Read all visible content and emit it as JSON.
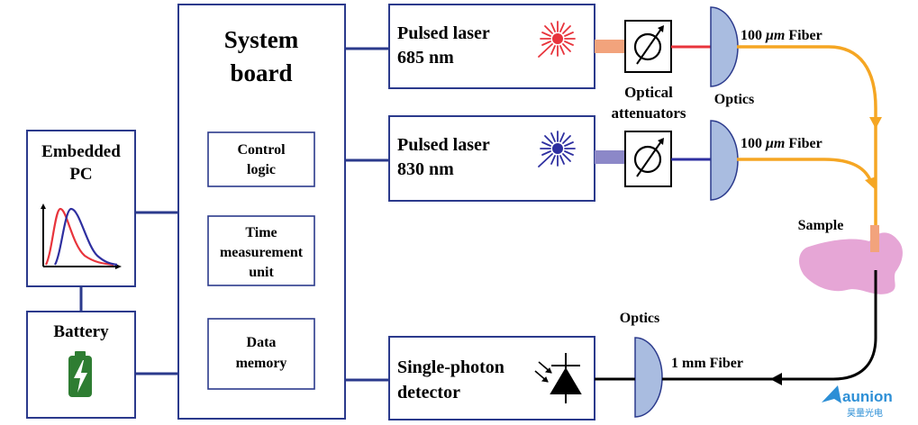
{
  "blocks": {
    "system_board_line1": "System",
    "system_board_line2": "board",
    "embedded_pc_line1": "Embedded",
    "embedded_pc_line2": "PC",
    "battery": "Battery",
    "control_logic_line1": "Control",
    "control_logic_line2": "logic",
    "time_unit_line1": "Time",
    "time_unit_line2": "measurement",
    "time_unit_line3": "unit",
    "data_memory_line1": "Data",
    "data_memory_line2": "memory",
    "laser685_line1": "Pulsed laser",
    "laser685_line2": "685 nm",
    "laser830_line1": "Pulsed laser",
    "laser830_line2": "830 nm",
    "detector_line1": "Single-photon",
    "detector_line2": "detector"
  },
  "labels": {
    "attenuators_line1": "Optical",
    "attenuators_line2": "attenuators",
    "optics_top": "Optics",
    "optics_bottom": "Optics",
    "fiber1_num": "100 ",
    "fiber1_unit": "μm",
    "fiber1_word": " Fiber",
    "fiber2_num": "100 ",
    "fiber2_unit": "μm",
    "fiber2_word": " Fiber",
    "fiber3": "1 mm Fiber",
    "sample": "Sample"
  },
  "logo": {
    "name": "aunion",
    "subtitle": "昊量光电"
  },
  "colors": {
    "box_border": "#2b3a8c",
    "red_laser": "#e8343c",
    "blue_laser": "#2e2fa0",
    "orange_beam": "#f2a37c",
    "violet_beam": "#8c88c8",
    "fiber_orange": "#f5a623",
    "optics_fill": "#a9bce0",
    "sample_fill": "#e6a6d6",
    "battery_green": "#2e7d32",
    "logo_blue": "#2d8fd6"
  }
}
